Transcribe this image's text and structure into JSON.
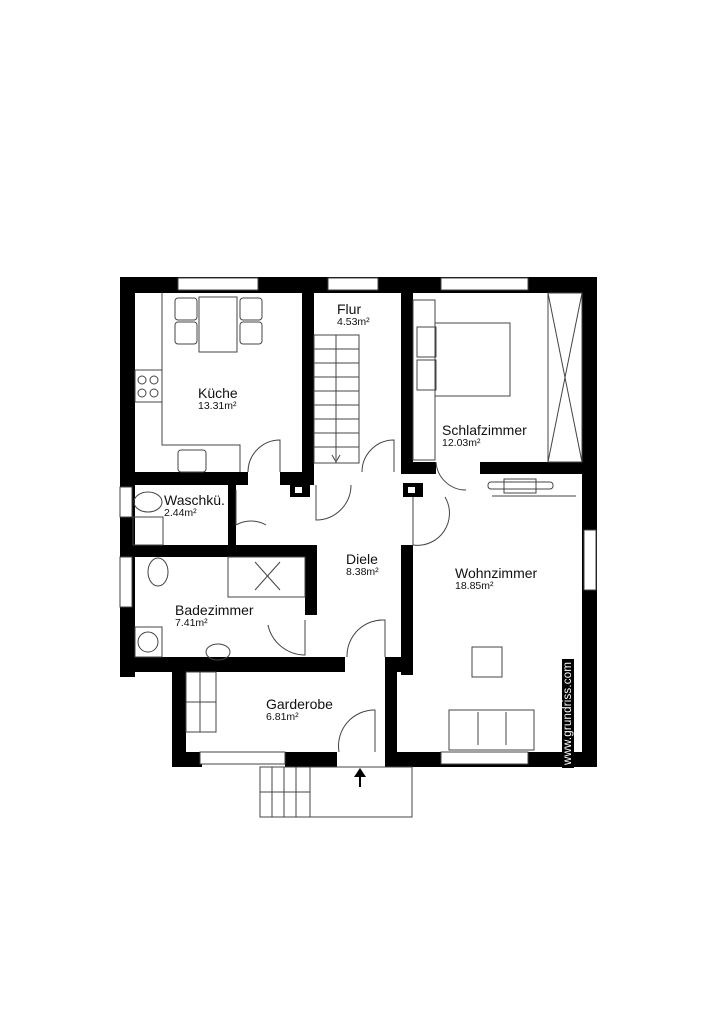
{
  "rooms": [
    {
      "id": "kueche",
      "name": "Küche",
      "area": "13.31m²"
    },
    {
      "id": "flur",
      "name": "Flur",
      "area": "4.53m²"
    },
    {
      "id": "schlafzimmer",
      "name": "Schlafzimmer",
      "area": "12.03m²"
    },
    {
      "id": "waschkueche",
      "name": "Waschkü.",
      "area": "2.44m²"
    },
    {
      "id": "diele",
      "name": "Diele",
      "area": "8.38m²"
    },
    {
      "id": "wohnzimmer",
      "name": "Wohnzimmer",
      "area": "18.85m²"
    },
    {
      "id": "badezimmer",
      "name": "Badezimmer",
      "area": "7.41m²"
    },
    {
      "id": "garderobe",
      "name": "Garderobe",
      "area": "6.81m²"
    }
  ],
  "watermark": "www.grundriss.com",
  "colors": {
    "wall": "#000000",
    "line": "#444444",
    "background": "#ffffff"
  }
}
